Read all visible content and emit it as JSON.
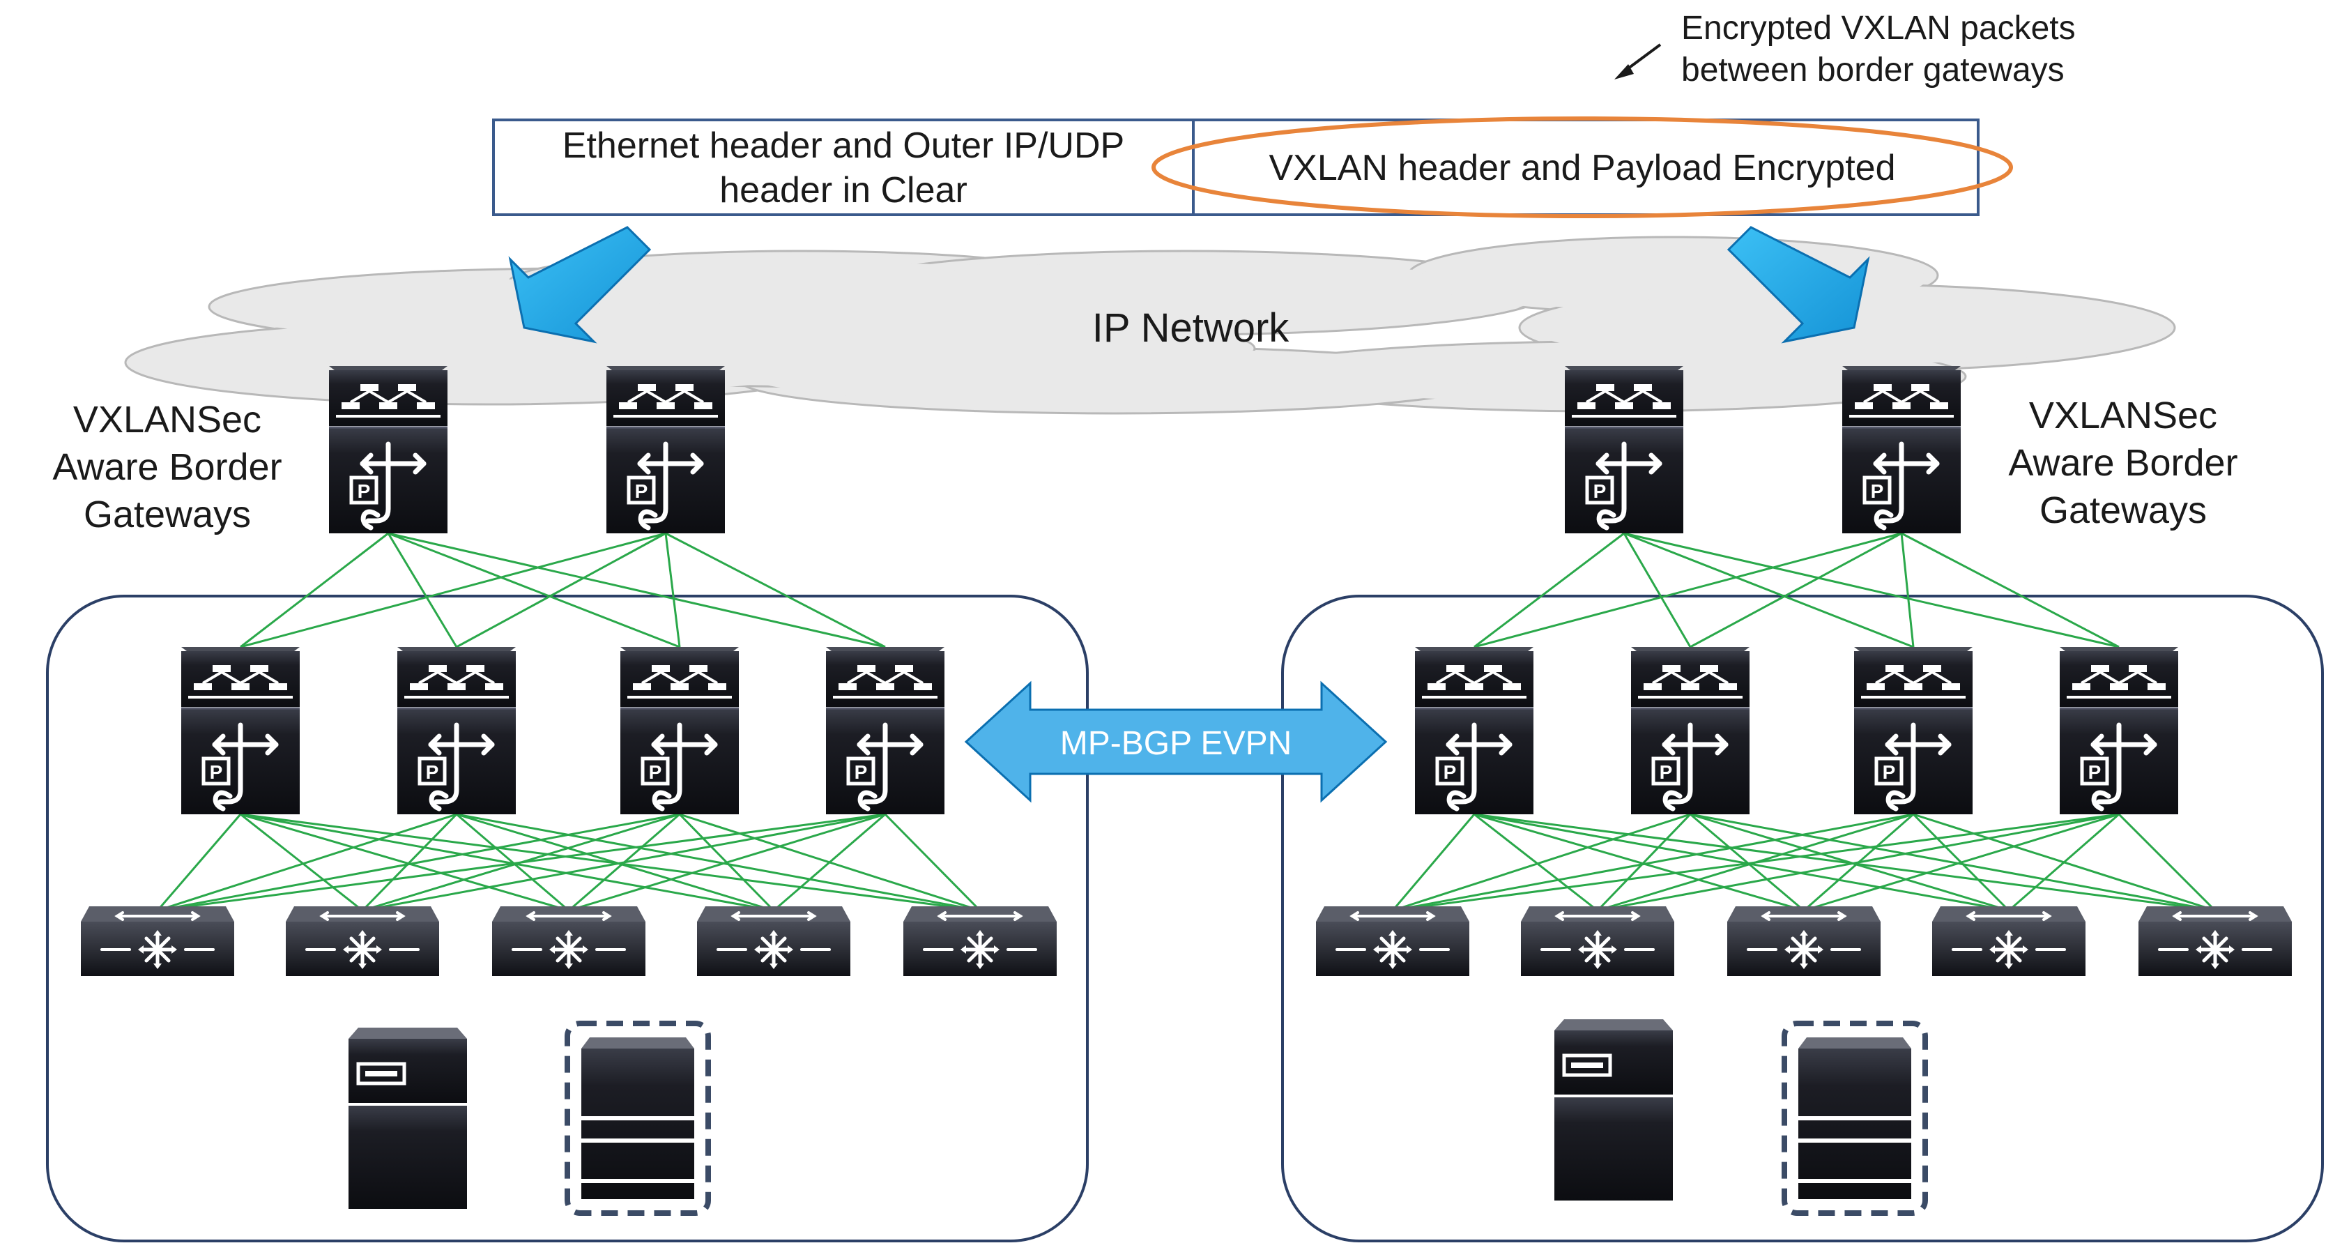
{
  "callout": {
    "line1": "Encrypted VXLAN packets",
    "line2": "between border gateways"
  },
  "packet": {
    "clear_line1": "Ethernet header and Outer IP/UDP",
    "clear_line2": "header in Clear",
    "encrypted": "VXLAN header and Payload Encrypted"
  },
  "cloud_label": "IP Network",
  "left_label": {
    "line1": "VXLANSec",
    "line2": "Aware Border",
    "line3": "Gateways"
  },
  "right_label": {
    "line1": "VXLANSec",
    "line2": "Aware Border",
    "line3": "Gateways"
  },
  "evpn_label": "MP-BGP EVPN",
  "colors": {
    "link": "#2aa84a",
    "device_dark": "#15161c",
    "site_border": "#2b3f66",
    "packet_border": "#3a5a8c",
    "highlight": "#e8843a",
    "arrow_blue": "#1aa6e6",
    "arrow_blue_dark": "#0b6fb0",
    "evpn_fill": "#4fb3ea",
    "cloud_fill": "#e9e9e9",
    "cloud_stroke": "#b8b8b8"
  },
  "icons": {
    "border_gateway": "border-gateway-switch-icon",
    "spine": "spine-switch-icon",
    "leaf": "leaf-switch-icon",
    "server": "server-icon",
    "virtual_server": "virtual-server-icon"
  }
}
